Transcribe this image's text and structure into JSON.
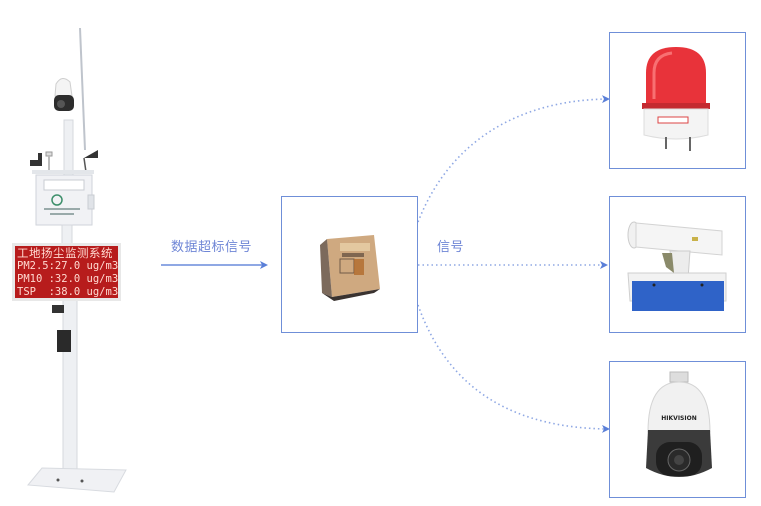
{
  "diagram": {
    "type": "flow",
    "colors": {
      "line": "#6f8fd8",
      "label": "#6f86d6",
      "led_bg": "#b71c1c",
      "led_text": "#ffd9d0"
    },
    "monitor_station": {
      "led_display": {
        "title": "工地扬尘监测系统",
        "rows": [
          {
            "label": "PM2.5",
            "value": ":27.0",
            "unit": "ug/m3"
          },
          {
            "label": "PM10 ",
            "value": ":32.0",
            "unit": "ug/m3"
          },
          {
            "label": "TSP  ",
            "value": ":38.0",
            "unit": "ug/m3"
          }
        ],
        "row_texts": [
          "PM2.5:27.0 ug/m3",
          "PM10 :32.0 ug/m3",
          "TSP  :38.0 ug/m3"
        ]
      }
    },
    "edge_to_relay": {
      "label": "数据超标信号",
      "style": "solid"
    },
    "relay": {
      "name": "relay-module"
    },
    "edge_to_outputs": {
      "label": "信号",
      "style": "dotted"
    },
    "outputs": [
      {
        "name": "warning-light"
      },
      {
        "name": "fog-cannon"
      },
      {
        "name": "ptz-camera",
        "brand": "HIKVISION"
      }
    ]
  }
}
